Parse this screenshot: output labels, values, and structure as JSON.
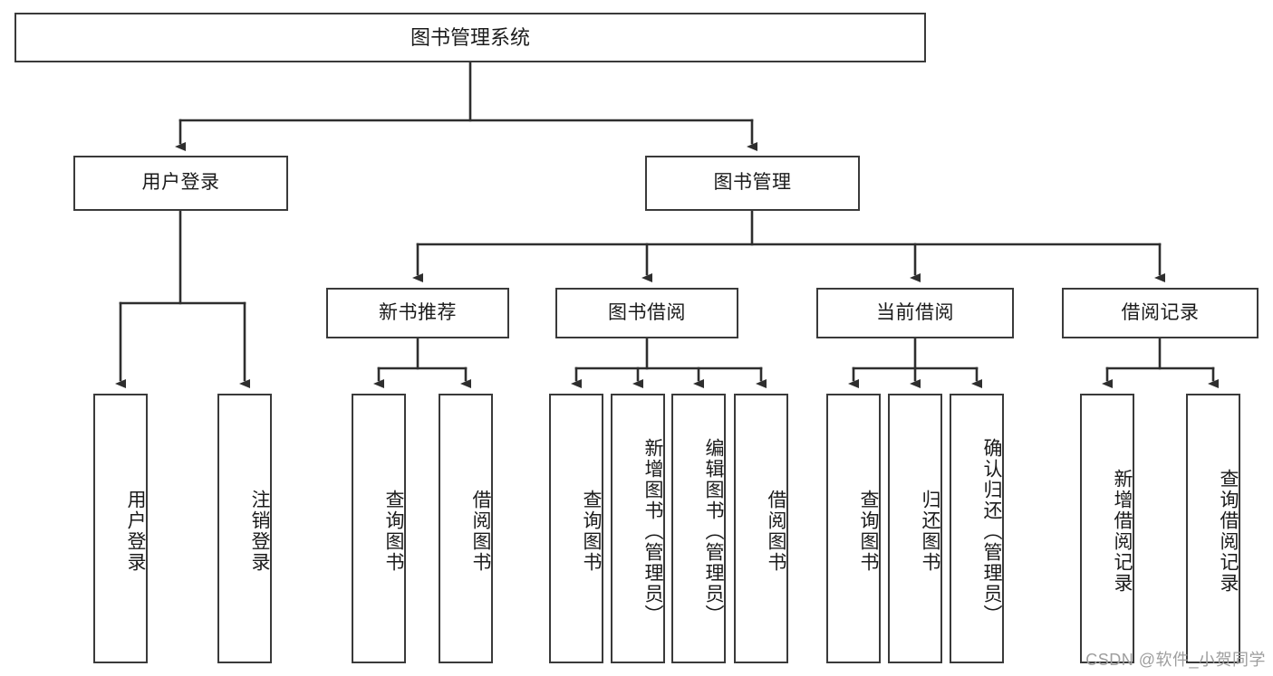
{
  "diagram": {
    "title": "图书管理系统",
    "type": "functional-structure-tree",
    "root": {
      "label": "图书管理系统"
    },
    "level2": [
      {
        "id": "user-login",
        "label": "用户登录"
      },
      {
        "id": "book-manage",
        "label": "图书管理"
      }
    ],
    "level3": [
      {
        "id": "new-book-recommend",
        "label": "新书推荐",
        "parent": "book-manage"
      },
      {
        "id": "book-borrow",
        "label": "图书借阅",
        "parent": "book-manage"
      },
      {
        "id": "current-borrow",
        "label": "当前借阅",
        "parent": "book-manage"
      },
      {
        "id": "borrow-record",
        "label": "借阅记录",
        "parent": "book-manage"
      }
    ],
    "leaves": {
      "user_login": [
        {
          "id": "leaf-user-login",
          "label": "用户登录"
        },
        {
          "id": "leaf-logout-login",
          "label": "注销登录"
        }
      ],
      "new_book_recommend": [
        {
          "id": "leaf-query-book-1",
          "label": "查询图书"
        },
        {
          "id": "leaf-borrow-book-1",
          "label": "借阅图书"
        }
      ],
      "book_borrow": [
        {
          "id": "leaf-query-book-2",
          "label": "查询图书"
        },
        {
          "id": "leaf-add-book",
          "label": "新增图书（管理员）"
        },
        {
          "id": "leaf-edit-book",
          "label": "编辑图书（管理员）"
        },
        {
          "id": "leaf-borrow-book-2",
          "label": "借阅图书"
        }
      ],
      "current_borrow": [
        {
          "id": "leaf-query-book-3",
          "label": "查询图书"
        },
        {
          "id": "leaf-return-book",
          "label": "归还图书"
        },
        {
          "id": "leaf-confirm-return",
          "label": "确认归还（管理员）"
        }
      ],
      "borrow_record": [
        {
          "id": "leaf-add-record",
          "label": "新增借阅记录"
        },
        {
          "id": "leaf-query-record",
          "label": "查询借阅记录"
        }
      ]
    }
  },
  "watermark": {
    "text": "CSDN @软件_小贺同学"
  },
  "colors": {
    "stroke": "#3a3a3a",
    "text": "#1b1b1b",
    "background": "#ffffff",
    "watermark": "#9e9e9e"
  }
}
